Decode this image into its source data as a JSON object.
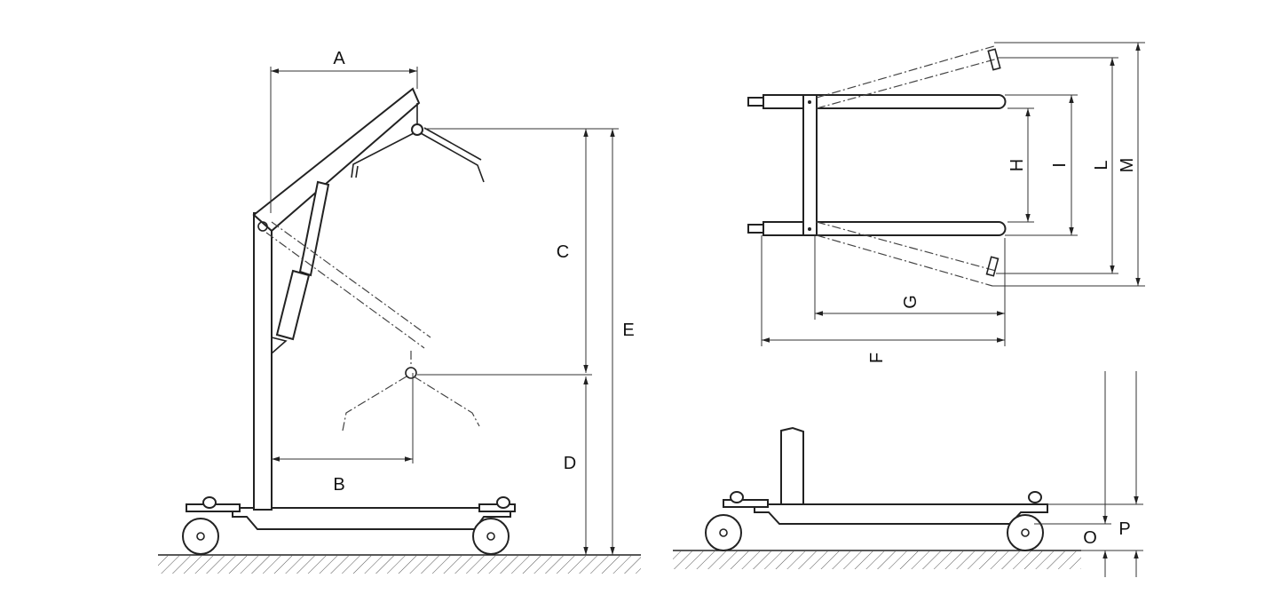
{
  "dimensions": {
    "A": "A",
    "B": "B",
    "C": "C",
    "D": "D",
    "E": "E",
    "F": "F",
    "G": "G",
    "H": "H",
    "I": "I",
    "L": "L",
    "M": "M",
    "O": "O",
    "P": "P"
  }
}
